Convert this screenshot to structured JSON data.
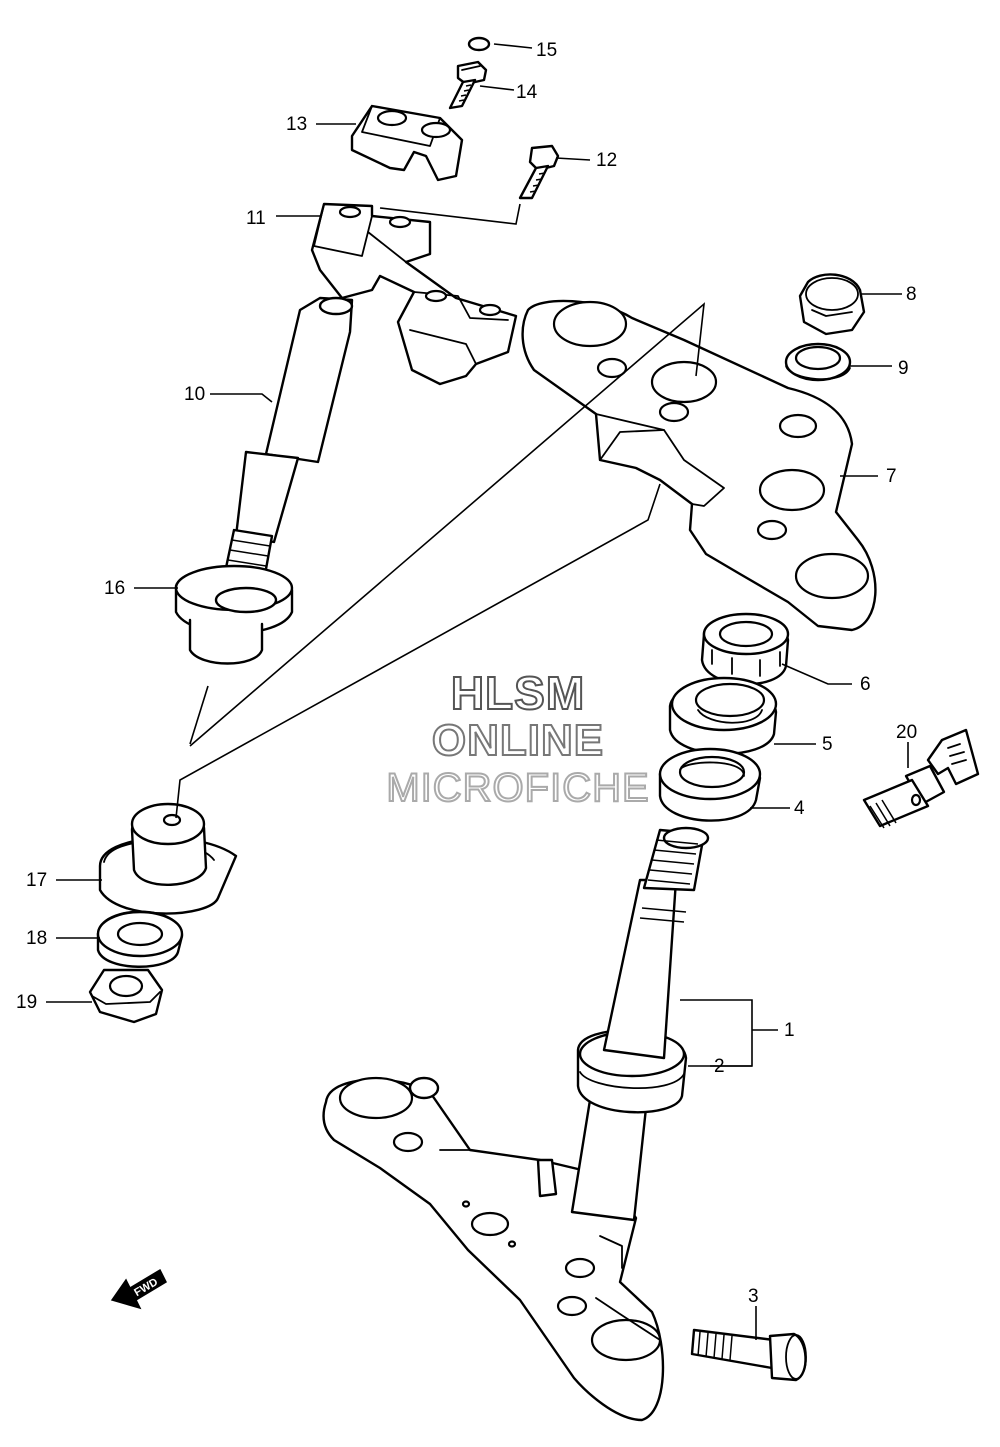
{
  "watermark": {
    "line1": "HLSM",
    "line2": "ONLINE",
    "line3": "MICROFICHE"
  },
  "direction_arrow": {
    "label": "FWD",
    "icon": "fwd-arrow-icon"
  },
  "callouts": [
    "1",
    "2",
    "3",
    "4",
    "5",
    "6",
    "7",
    "8",
    "9",
    "10",
    "11",
    "12",
    "13",
    "14",
    "15",
    "16",
    "17",
    "18",
    "19",
    "20"
  ],
  "parts": [
    {
      "ref": "1",
      "icon": "steering-stem-assembly-icon"
    },
    {
      "ref": "2",
      "icon": "stem-bearing-cone-icon"
    },
    {
      "ref": "3",
      "icon": "bolt-icon"
    },
    {
      "ref": "4",
      "icon": "lower-bearing-icon"
    },
    {
      "ref": "5",
      "icon": "upper-bearing-icon"
    },
    {
      "ref": "6",
      "icon": "stem-nut-icon"
    },
    {
      "ref": "7",
      "icon": "upper-bracket-icon"
    },
    {
      "ref": "8",
      "icon": "head-nut-icon"
    },
    {
      "ref": "9",
      "icon": "washer-icon"
    },
    {
      "ref": "10",
      "icon": "handlebar-post-icon"
    },
    {
      "ref": "11",
      "icon": "handlebar-holder-icon"
    },
    {
      "ref": "12",
      "icon": "bolt-icon"
    },
    {
      "ref": "13",
      "icon": "holder-clamp-icon"
    },
    {
      "ref": "14",
      "icon": "bolt-icon"
    },
    {
      "ref": "15",
      "icon": "cap-icon"
    },
    {
      "ref": "16",
      "icon": "cushion-icon"
    },
    {
      "ref": "17",
      "icon": "cushion-icon"
    },
    {
      "ref": "18",
      "icon": "washer-icon"
    },
    {
      "ref": "19",
      "icon": "nut-icon"
    },
    {
      "ref": "20",
      "icon": "steering-lock-icon"
    }
  ]
}
